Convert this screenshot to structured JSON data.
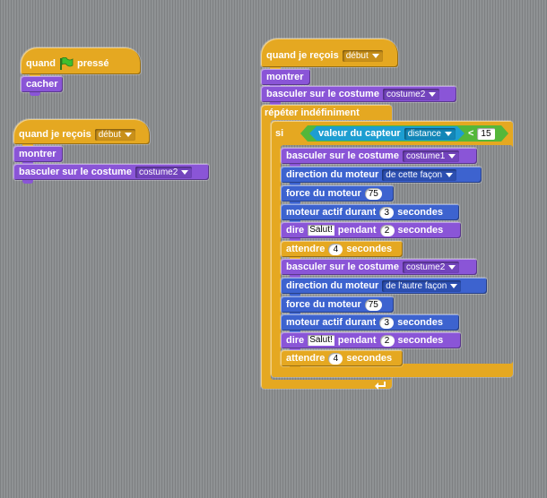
{
  "colors": {
    "control": "#e5a821",
    "looks": "#8a55d7",
    "motion": "#3d63cf",
    "operators": "#54b73a",
    "sensing": "#1d9ed1",
    "canvas": "#8f9294"
  },
  "script1": {
    "hat": {
      "when": "quand",
      "icon": "green-flag-icon",
      "pressed": "pressé"
    },
    "hide": "cacher"
  },
  "script2": {
    "hat": {
      "label": "quand je reçois",
      "message": "début"
    },
    "show": "montrer",
    "costume": {
      "label": "basculer sur le costume",
      "value": "costume2"
    }
  },
  "script3": {
    "hat": {
      "label": "quand je reçois",
      "message": "début"
    },
    "show": "montrer",
    "costume": {
      "label": "basculer sur le costume",
      "value": "costume2"
    },
    "forever": "répéter indéfiniment",
    "if": {
      "label": "si",
      "sensor_label": "valeur du capteur",
      "sensor": "distance",
      "op": "<",
      "threshold": "15"
    },
    "group1": {
      "costume_label": "basculer sur le costume",
      "costume_value": "costume1",
      "dir_label": "direction du moteur",
      "dir_value": "de cette façon",
      "power_label": "force du moteur",
      "power_value": "75",
      "on_label": "moteur actif durant",
      "on_value": "3",
      "on_unit": "secondes",
      "say_label": "dire",
      "say_text": "Salut!",
      "say_mid": "pendant",
      "say_value": "2",
      "say_unit": "secondes",
      "wait_label": "attendre",
      "wait_value": "4",
      "wait_unit": "secondes"
    },
    "group2": {
      "costume_label": "basculer sur le costume",
      "costume_value": "costume2",
      "dir_label": "direction du moteur",
      "dir_value": "de l'autre façon",
      "power_label": "force du moteur",
      "power_value": "75",
      "on_label": "moteur actif durant",
      "on_value": "3",
      "on_unit": "secondes",
      "say_label": "dire",
      "say_text": "Salut!",
      "say_mid": "pendant",
      "say_value": "2",
      "say_unit": "secondes",
      "wait_label": "attendre",
      "wait_value": "4",
      "wait_unit": "secondes"
    },
    "loop_arrow_icon": "loop-arrow-icon"
  }
}
